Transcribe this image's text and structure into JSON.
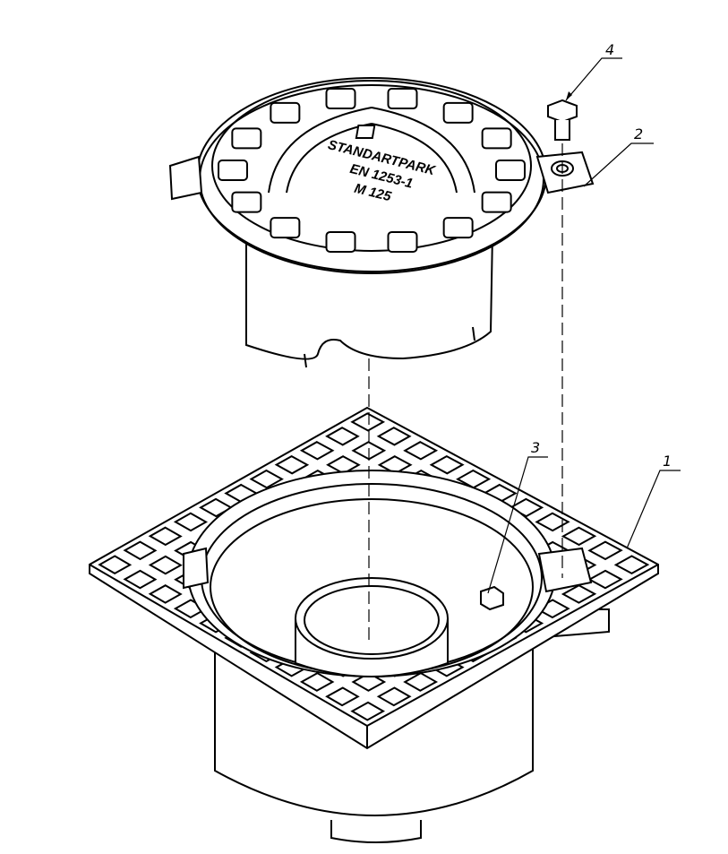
{
  "drawing": {
    "callouts": [
      {
        "number": "1",
        "part": "grate-frame"
      },
      {
        "number": "2",
        "part": "cover-grate"
      },
      {
        "number": "3",
        "part": "nut"
      },
      {
        "number": "4",
        "part": "bolt"
      }
    ],
    "stamp_lines": [
      "STANDARTPARK",
      "EN 1253-1",
      "M 125"
    ]
  }
}
